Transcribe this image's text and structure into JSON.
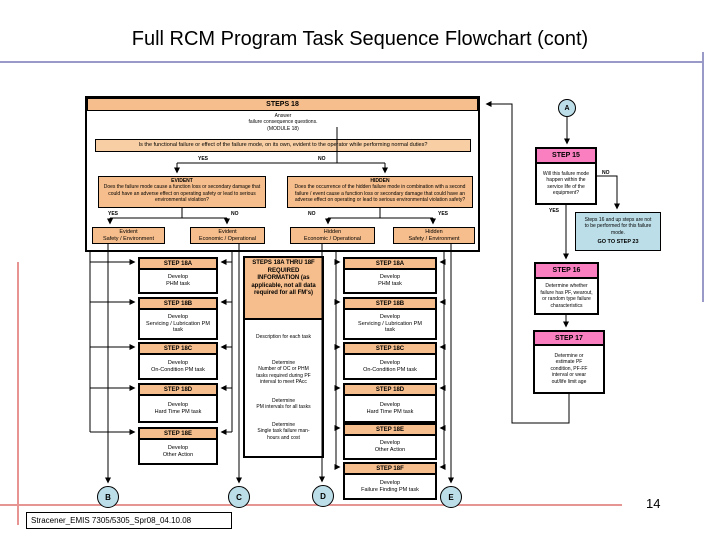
{
  "title": "Full RCM Program Task Sequence Flowchart (cont)",
  "footer": "Stracener_EMIS 7305/5305_Spr08_04.10.08",
  "page_number": "14",
  "labels": {
    "yes": "YES",
    "no": "NO"
  },
  "connectors": {
    "a": "A",
    "b": "B",
    "c": "C",
    "d": "D",
    "e": "E"
  },
  "colors": {
    "orange": "#f6be8c",
    "light_orange": "#f8cfa4",
    "pink": "#f97fc0",
    "light_blue": "#bcdee8",
    "salmon_line": "#e69593",
    "purple_line": "#9a9ac8"
  },
  "steps18": {
    "header": "STEPS 18",
    "intro": "Answer\nfailure consequence questions.\n(MODULE 18)",
    "question": "Is the functional failure or effect of the failure mode, on its own, evident to the operator while performing normal duties?",
    "evident_title": "EVIDENT",
    "evident_text": "Does the failure mode cause a function loss or secondary damage that could have an adverse effect on operating safety or lead to serious environmental violation?",
    "hidden_title": "HIDDEN",
    "hidden_text": "Does the occurrence of the hidden failure mode in combination with a second failure / event cause a function loss or secondary damage that could have an adverse effect on operating or lead to serious environmental violation safety?",
    "outcome_evident_safety": "Evident\nSafety / Environment",
    "outcome_evident_economic": "Evident\nEconomic / Operational",
    "outcome_hidden_economic": "Hidden\nEconomic / Operational",
    "outcome_hidden_safety": "Hidden\nSafety / Environment"
  },
  "left_steps": [
    {
      "header": "STEP 18A",
      "body": "Develop\nPHM task"
    },
    {
      "header": "STEP 18B",
      "body": "Develop\nServicing / Lubrication PM\ntask"
    },
    {
      "header": "STEP 18C",
      "body": "Develop\nOn-Condition PM task"
    },
    {
      "header": "STEP 18D",
      "body": "Develop\nHard Time PM task"
    },
    {
      "header": "STEP 18E",
      "body": "Develop\nOther Action"
    }
  ],
  "right_steps": [
    {
      "header": "STEP 18A",
      "body": "Develop\nPHM task"
    },
    {
      "header": "STEP 18B",
      "body": "Develop\nServicing / Lubrication PM\ntask"
    },
    {
      "header": "STEP 18C",
      "body": "Develop\nOn-Condition PM task"
    },
    {
      "header": "STEP 18D",
      "body": "Develop\nHard Time PM task"
    },
    {
      "header": "STEP 18E",
      "body": "Develop\nOther Action"
    },
    {
      "header": "STEP 18F",
      "body": "Develop\nFailure Finding PM task"
    }
  ],
  "info_box": {
    "header": "STEPS 18A THRU 18F REQUIRED INFORMATION (as applicable, not all data required for all FM's)",
    "item1": "Description for each task",
    "item2": "Determine\nNumber of OC or PHM\ntasks required during PF\ninterval to meet PAcc",
    "item3": "Determine\nPM intervals for all tasks",
    "item4": "Determine\nSingle task failure man-\nhours and cost"
  },
  "right_flow": {
    "step15_header": "STEP 15",
    "step15_body": "Will this failure mode\nhappen within the\nservice life of the\nequipment?",
    "goto_text": "Steps 16 and up steps are not\nto be performed for this failure\nmode.",
    "goto_action": "GO TO STEP 23",
    "step16_header": "STEP 16",
    "step16_body": "Determine whether\nfailure has PF, wearout,\nor random type failure\ncharacteristics",
    "step17_header": "STEP 17",
    "step17_body": "Determine or\nestimate PF\ncondition, PF-FF\ninterval or wear\nout/life limit age"
  }
}
